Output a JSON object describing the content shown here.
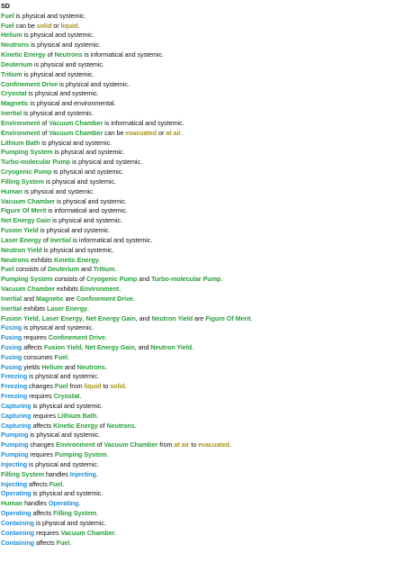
{
  "title": "SD",
  "colors": {
    "object": "#27a03b",
    "process": "#1f8fd6",
    "state": "#a89418",
    "text": "#111111"
  },
  "lines": [
    [
      [
        "obj",
        "Fuel"
      ],
      [
        "txt",
        " is physical and systemic."
      ]
    ],
    [
      [
        "obj",
        "Fuel"
      ],
      [
        "txt",
        " can be "
      ],
      [
        "state",
        "solid"
      ],
      [
        "txt",
        " or "
      ],
      [
        "state",
        "liquid"
      ],
      [
        "txt",
        "."
      ]
    ],
    [
      [
        "obj",
        "Helium"
      ],
      [
        "txt",
        " is physical and systemic."
      ]
    ],
    [
      [
        "obj",
        "Neutrons"
      ],
      [
        "txt",
        " is physical and systemic."
      ]
    ],
    [
      [
        "obj",
        "Kinetic Energy"
      ],
      [
        "txt",
        " of "
      ],
      [
        "obj",
        "Neutrons"
      ],
      [
        "txt",
        " is informatical and systemic."
      ]
    ],
    [
      [
        "obj",
        "Deuterium"
      ],
      [
        "txt",
        " is physical and systemic."
      ]
    ],
    [
      [
        "obj",
        "Tritium"
      ],
      [
        "txt",
        " is physical and systemic."
      ]
    ],
    [
      [
        "obj",
        "Confinement Drive"
      ],
      [
        "txt",
        " is physical and systemic."
      ]
    ],
    [
      [
        "obj",
        "Cryostat"
      ],
      [
        "txt",
        " is physical and systemic."
      ]
    ],
    [
      [
        "obj",
        "Magnetic"
      ],
      [
        "txt",
        " is physical and environmental."
      ]
    ],
    [
      [
        "obj",
        "Inertial"
      ],
      [
        "txt",
        " is physical and systemic."
      ]
    ],
    [
      [
        "obj",
        "Environment"
      ],
      [
        "txt",
        " of "
      ],
      [
        "obj",
        "Vacuum Chamber"
      ],
      [
        "txt",
        " is informatical and systemic."
      ]
    ],
    [
      [
        "obj",
        "Environment"
      ],
      [
        "txt",
        " of "
      ],
      [
        "obj",
        "Vacuum Chamber"
      ],
      [
        "txt",
        " can be "
      ],
      [
        "state",
        "evacuated"
      ],
      [
        "txt",
        " or "
      ],
      [
        "state",
        "at air"
      ],
      [
        "txt",
        "."
      ]
    ],
    [
      [
        "obj",
        "Lithium Bath"
      ],
      [
        "txt",
        " is physical and systemic."
      ]
    ],
    [
      [
        "obj",
        "Pumping System"
      ],
      [
        "txt",
        " is physical and systemic."
      ]
    ],
    [
      [
        "obj",
        "Turbo-molecular Pump"
      ],
      [
        "txt",
        " is physical and systemic."
      ]
    ],
    [
      [
        "obj",
        "Cryogenic Pump"
      ],
      [
        "txt",
        " is physical and systemic."
      ]
    ],
    [
      [
        "obj",
        "Filling System"
      ],
      [
        "txt",
        " is physical and systemic."
      ]
    ],
    [
      [
        "obj",
        "Human"
      ],
      [
        "txt",
        " is physical and systemic."
      ]
    ],
    [
      [
        "obj",
        "Vacuum Chamber"
      ],
      [
        "txt",
        " is physical and systemic."
      ]
    ],
    [
      [
        "obj",
        "Figure Of Merit"
      ],
      [
        "txt",
        " is informatical and systemic."
      ]
    ],
    [
      [
        "obj",
        "Net Energy Gain"
      ],
      [
        "txt",
        " is physical and systemic."
      ]
    ],
    [
      [
        "obj",
        "Fusion Yield"
      ],
      [
        "txt",
        " is physical and systemic."
      ]
    ],
    [
      [
        "obj",
        "Laser Energy"
      ],
      [
        "txt",
        " of "
      ],
      [
        "obj",
        "Inertial"
      ],
      [
        "txt",
        " is informatical and systemic."
      ]
    ],
    [
      [
        "obj",
        "Neutron Yield"
      ],
      [
        "txt",
        " is physical and systemic."
      ]
    ],
    [
      [
        "obj",
        "Neutrons"
      ],
      [
        "txt",
        " exhibits "
      ],
      [
        "obj",
        "Kinetic Energy"
      ],
      [
        "txt",
        "."
      ]
    ],
    [
      [
        "obj",
        "Fuel"
      ],
      [
        "txt",
        " consists of "
      ],
      [
        "obj",
        "Deuterium"
      ],
      [
        "txt",
        " and "
      ],
      [
        "obj",
        "Tritium"
      ],
      [
        "txt",
        "."
      ]
    ],
    [
      [
        "obj",
        "Pumping System"
      ],
      [
        "txt",
        " consists of "
      ],
      [
        "obj",
        "Cryogenic Pump"
      ],
      [
        "txt",
        " and "
      ],
      [
        "obj",
        "Turbo-molecular Pump"
      ],
      [
        "txt",
        "."
      ]
    ],
    [
      [
        "obj",
        "Vacuum Chamber"
      ],
      [
        "txt",
        " exhibits "
      ],
      [
        "obj",
        "Environment"
      ],
      [
        "txt",
        "."
      ]
    ],
    [
      [
        "obj",
        "Inertial"
      ],
      [
        "txt",
        " and "
      ],
      [
        "obj",
        "Magnetic"
      ],
      [
        "txt",
        " are "
      ],
      [
        "obj",
        "Confinement Drive"
      ],
      [
        "txt",
        "."
      ]
    ],
    [
      [
        "obj",
        "Inertial"
      ],
      [
        "txt",
        " exhibits "
      ],
      [
        "obj",
        "Laser Energy"
      ],
      [
        "txt",
        "."
      ]
    ],
    [
      [
        "obj",
        "Fusion Yield"
      ],
      [
        "txt",
        ", "
      ],
      [
        "obj",
        "Laser Energy"
      ],
      [
        "txt",
        ", "
      ],
      [
        "obj",
        "Net Energy Gain"
      ],
      [
        "txt",
        ", and "
      ],
      [
        "obj",
        "Neutron Yield"
      ],
      [
        "txt",
        " are "
      ],
      [
        "obj",
        "Figure Of Merit"
      ],
      [
        "txt",
        "."
      ]
    ],
    [
      [
        "proc",
        "Fusing"
      ],
      [
        "txt",
        " is physical and systemic."
      ]
    ],
    [
      [
        "proc",
        "Fusing"
      ],
      [
        "txt",
        " requires "
      ],
      [
        "obj",
        "Confinement Drive"
      ],
      [
        "txt",
        "."
      ]
    ],
    [
      [
        "proc",
        "Fusing"
      ],
      [
        "txt",
        " affects "
      ],
      [
        "obj",
        "Fusion Yield"
      ],
      [
        "txt",
        ", "
      ],
      [
        "obj",
        "Net Energy Gain"
      ],
      [
        "txt",
        ", and "
      ],
      [
        "obj",
        "Neutron Yield"
      ],
      [
        "txt",
        "."
      ]
    ],
    [
      [
        "proc",
        "Fusing"
      ],
      [
        "txt",
        " consumes "
      ],
      [
        "obj",
        "Fuel"
      ],
      [
        "txt",
        "."
      ]
    ],
    [
      [
        "proc",
        "Fusing"
      ],
      [
        "txt",
        " yields "
      ],
      [
        "obj",
        "Helium"
      ],
      [
        "txt",
        " and "
      ],
      [
        "obj",
        "Neutrons"
      ],
      [
        "txt",
        "."
      ]
    ],
    [
      [
        "proc",
        "Freezing"
      ],
      [
        "txt",
        " is physical and systemic."
      ]
    ],
    [
      [
        "proc",
        "Freezing"
      ],
      [
        "txt",
        " changes "
      ],
      [
        "obj",
        "Fuel"
      ],
      [
        "txt",
        " from "
      ],
      [
        "state",
        "liquid"
      ],
      [
        "txt",
        " to "
      ],
      [
        "state",
        "solid"
      ],
      [
        "txt",
        "."
      ]
    ],
    [
      [
        "proc",
        "Freezing"
      ],
      [
        "txt",
        " requires "
      ],
      [
        "obj",
        "Cryostat"
      ],
      [
        "txt",
        "."
      ]
    ],
    [
      [
        "proc",
        "Capturing"
      ],
      [
        "txt",
        " is physical and systemic."
      ]
    ],
    [
      [
        "proc",
        "Capturing"
      ],
      [
        "txt",
        " requires "
      ],
      [
        "obj",
        "Lithium Bath"
      ],
      [
        "txt",
        "."
      ]
    ],
    [
      [
        "proc",
        "Capturing"
      ],
      [
        "txt",
        " affects "
      ],
      [
        "obj",
        "Kinetic Energy"
      ],
      [
        "txt",
        " of "
      ],
      [
        "obj",
        "Neutrons"
      ],
      [
        "txt",
        "."
      ]
    ],
    [
      [
        "proc",
        "Pumping"
      ],
      [
        "txt",
        " is physical and systemic."
      ]
    ],
    [
      [
        "proc",
        "Pumping"
      ],
      [
        "txt",
        " changes "
      ],
      [
        "obj",
        "Environment"
      ],
      [
        "txt",
        " of "
      ],
      [
        "obj",
        "Vacuum Chamber"
      ],
      [
        "txt",
        " from "
      ],
      [
        "state",
        "at air"
      ],
      [
        "txt",
        " to "
      ],
      [
        "state",
        "evacuated"
      ],
      [
        "txt",
        "."
      ]
    ],
    [
      [
        "proc",
        "Pumping"
      ],
      [
        "txt",
        " requires "
      ],
      [
        "obj",
        "Pumping System"
      ],
      [
        "txt",
        "."
      ]
    ],
    [
      [
        "proc",
        "Injecting"
      ],
      [
        "txt",
        " is physical and systemic."
      ]
    ],
    [
      [
        "obj",
        "Filling System"
      ],
      [
        "txt",
        " handles "
      ],
      [
        "proc",
        "Injecting"
      ],
      [
        "txt",
        "."
      ]
    ],
    [
      [
        "proc",
        "Injecting"
      ],
      [
        "txt",
        " affects "
      ],
      [
        "obj",
        "Fuel"
      ],
      [
        "txt",
        "."
      ]
    ],
    [
      [
        "proc",
        "Operating"
      ],
      [
        "txt",
        " is physical and systemic."
      ]
    ],
    [
      [
        "obj",
        "Human"
      ],
      [
        "txt",
        " handles "
      ],
      [
        "proc",
        "Operating"
      ],
      [
        "txt",
        "."
      ]
    ],
    [
      [
        "proc",
        "Operating"
      ],
      [
        "txt",
        " affects "
      ],
      [
        "obj",
        "Filling System"
      ],
      [
        "txt",
        "."
      ]
    ],
    [
      [
        "proc",
        "Containing"
      ],
      [
        "txt",
        " is physical and systemic."
      ]
    ],
    [
      [
        "proc",
        "Containing"
      ],
      [
        "txt",
        " requires "
      ],
      [
        "obj",
        "Vacuum Chamber"
      ],
      [
        "txt",
        "."
      ]
    ],
    [
      [
        "proc",
        "Containing"
      ],
      [
        "txt",
        " affects "
      ],
      [
        "obj",
        "Fuel"
      ],
      [
        "txt",
        "."
      ]
    ]
  ]
}
